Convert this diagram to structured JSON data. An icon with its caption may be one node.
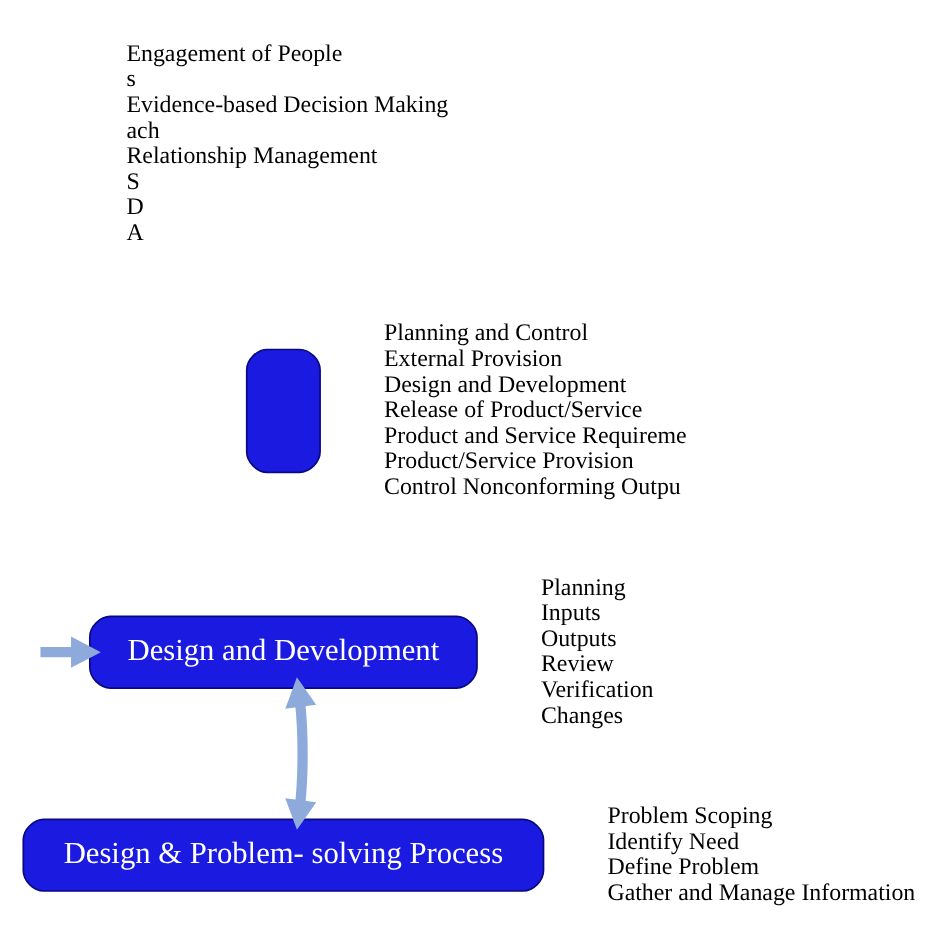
{
  "diagram": {
    "nodes": [
      {
        "text": [],
        "shape": "box",
        "beside": [
          "Planning and Control",
          "External Provision",
          "Design and Development",
          "Release of Product/Service",
          "Product and Service Requireme",
          "Product/Service Provision",
          "Control Nonconforming Outpu"
        ]
      },
      {
        "text": [
          "Design and Development"
        ],
        "beside": [
          "Planning",
          "Inputs",
          "Outputs",
          "Review",
          "Verification",
          "Changes"
        ]
      },
      {
        "text": [
          "Design & Problem- solving Process"
        ],
        "beside": [
          "Problem Scoping",
          "Identify Need",
          "Define Problem",
          "Gather and Manage Information"
        ]
      }
    ],
    "edges": [
      {
        "from": null,
        "to": 1,
        "arrow": "to"
      },
      {
        "from": 1,
        "to": 2,
        "arrow": "both"
      }
    ],
    "labels": [
      "Engagement of People",
      "s",
      "Evidence-based Decision Making",
      "ach",
      "Relationship Management",
      "S",
      "D",
      "A"
    ]
  }
}
